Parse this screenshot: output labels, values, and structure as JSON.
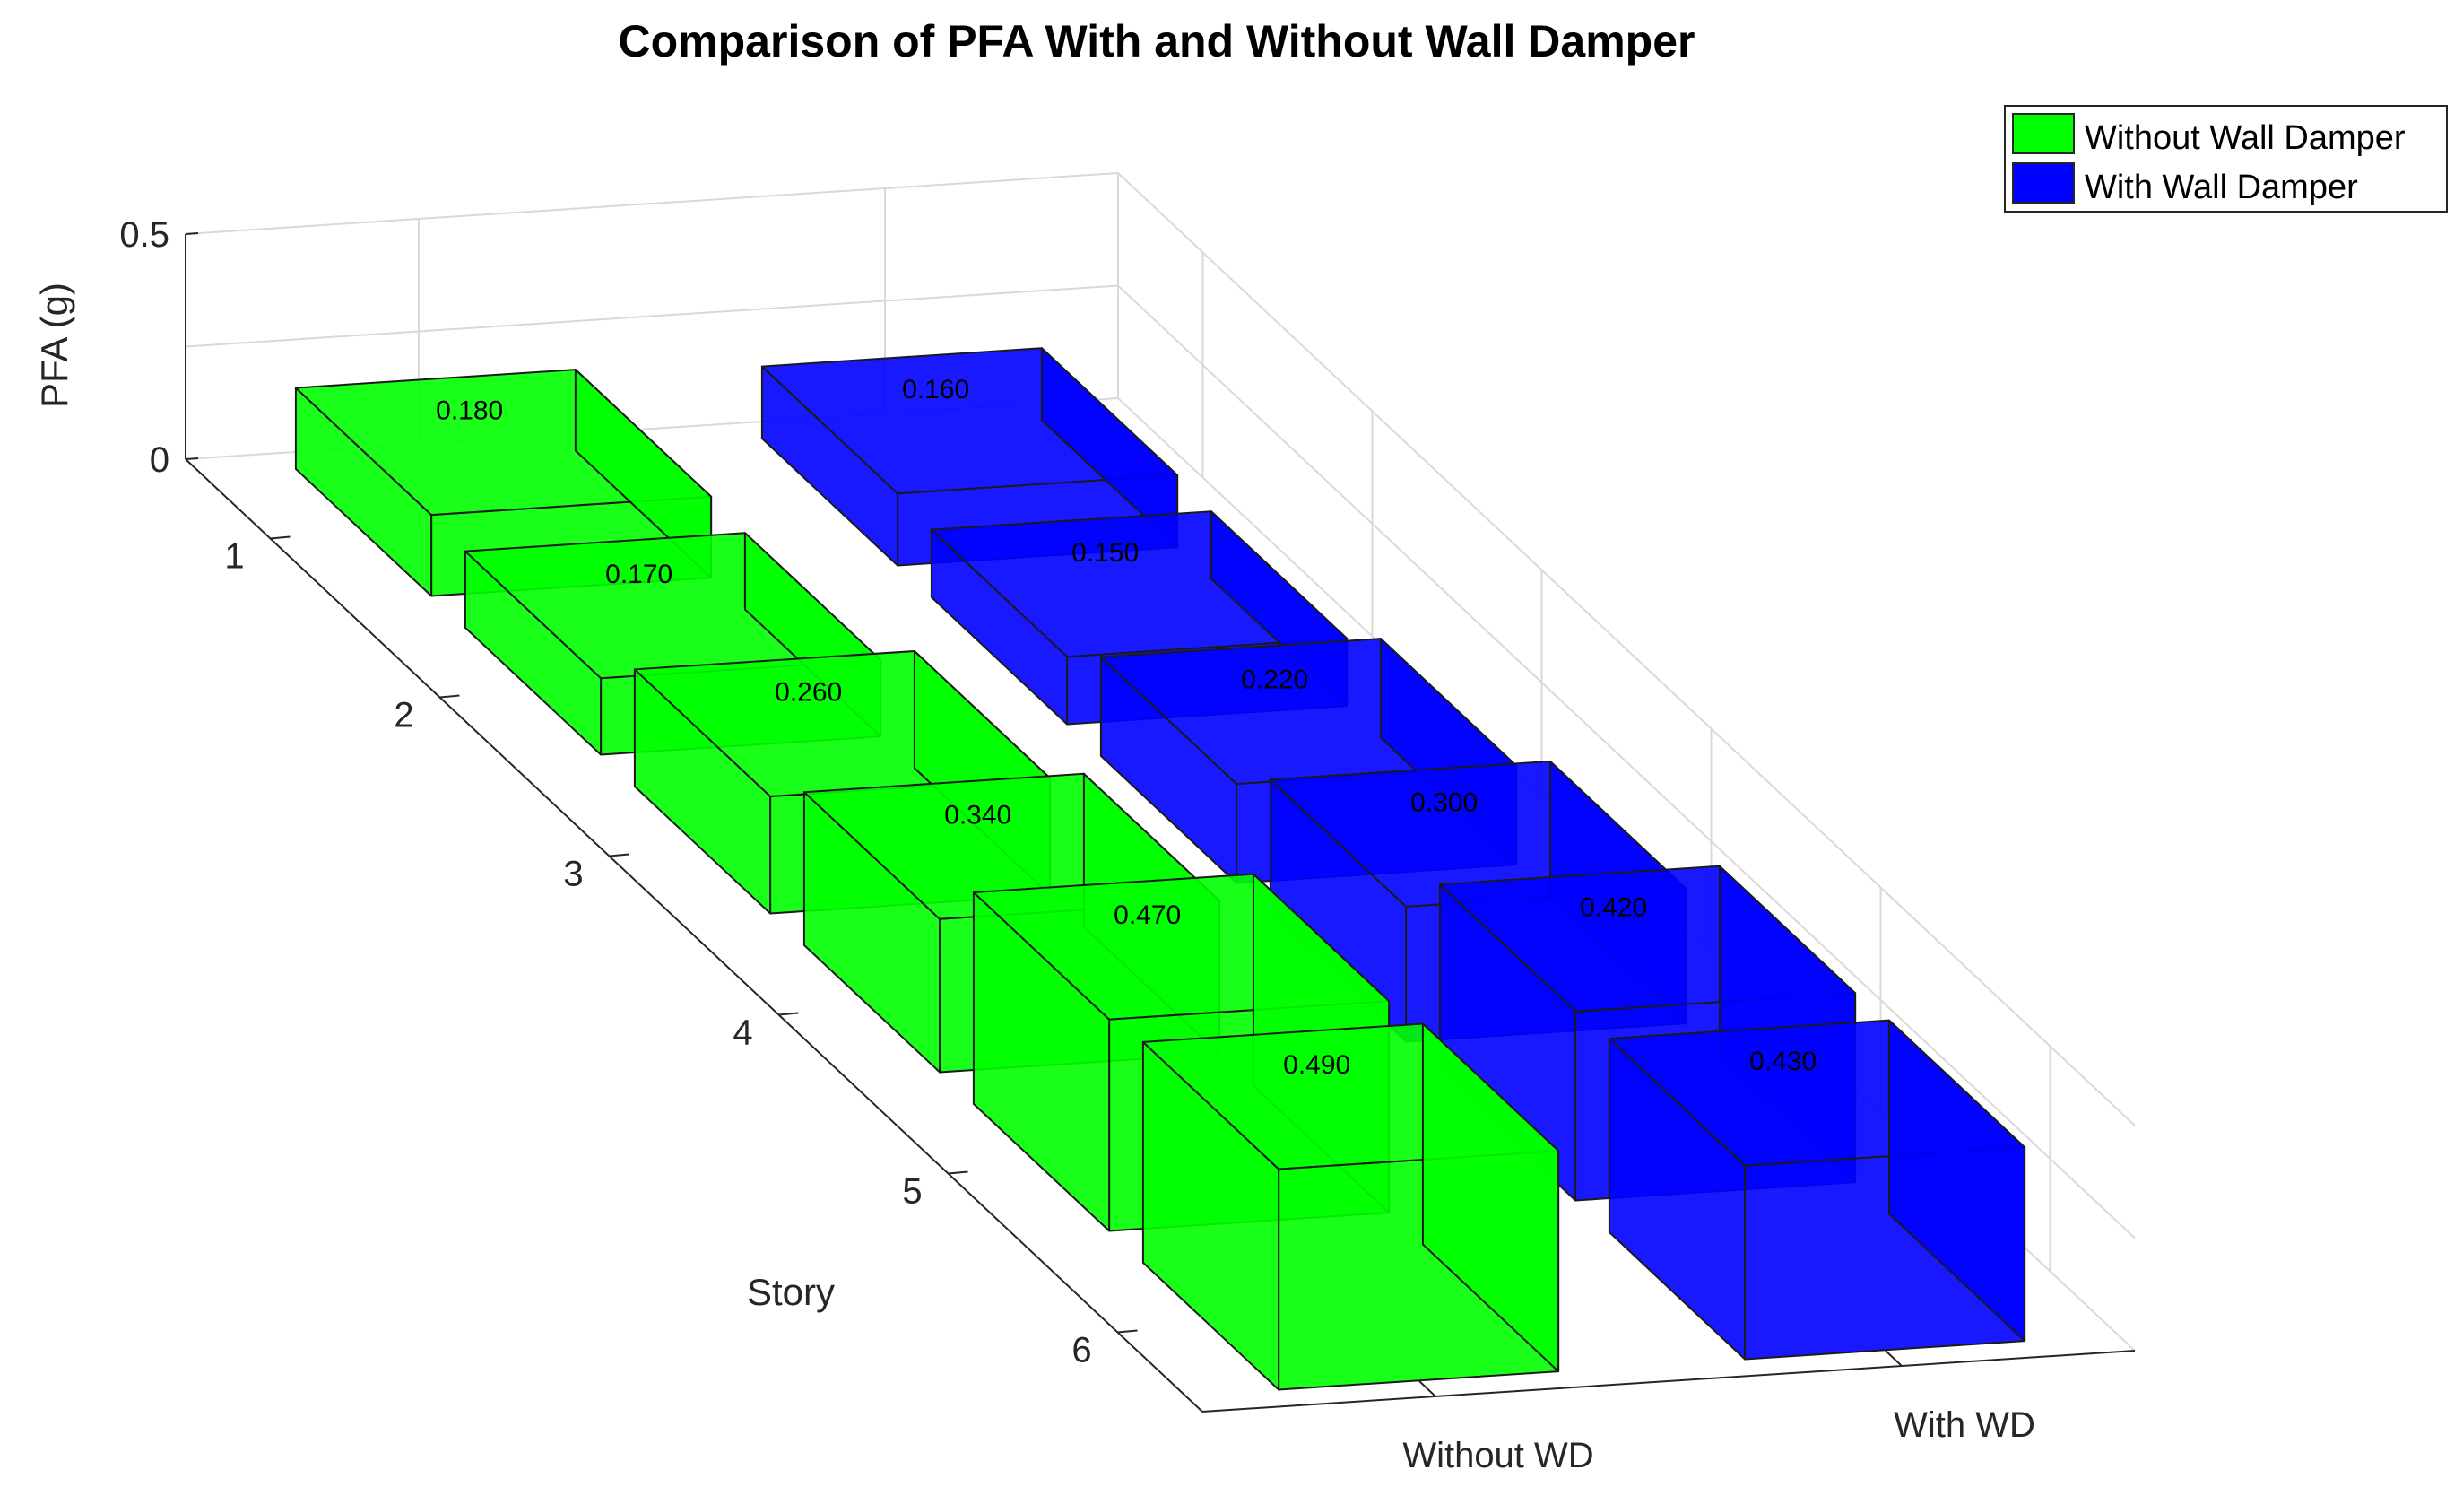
{
  "chart_data": {
    "type": "bar3",
    "title": "Comparison of PFA With and Without Wall Damper",
    "zlabel": "PFA (g)",
    "ylabel": "Story",
    "xlabel": "",
    "x_categories": [
      "Without WD",
      "With WD"
    ],
    "y_categories": [
      "1",
      "2",
      "3",
      "4",
      "5",
      "6"
    ],
    "z_ticks": [
      "0",
      "0.5"
    ],
    "zlim": [
      0,
      0.5
    ],
    "series": [
      {
        "name": "Without Wall Damper",
        "color": "#00ff00",
        "values": [
          0.18,
          0.17,
          0.26,
          0.34,
          0.47,
          0.49
        ],
        "labels": [
          "0.180",
          "0.170",
          "0.260",
          "0.340",
          "0.470",
          "0.490"
        ]
      },
      {
        "name": "With Wall Damper",
        "color": "#0000ff",
        "values": [
          0.16,
          0.15,
          0.22,
          0.3,
          0.42,
          0.43
        ],
        "labels": [
          "0.160",
          "0.150",
          "0.220",
          "0.300",
          "0.420",
          "0.430"
        ]
      }
    ],
    "grid": true,
    "legend_position": "top-right"
  }
}
